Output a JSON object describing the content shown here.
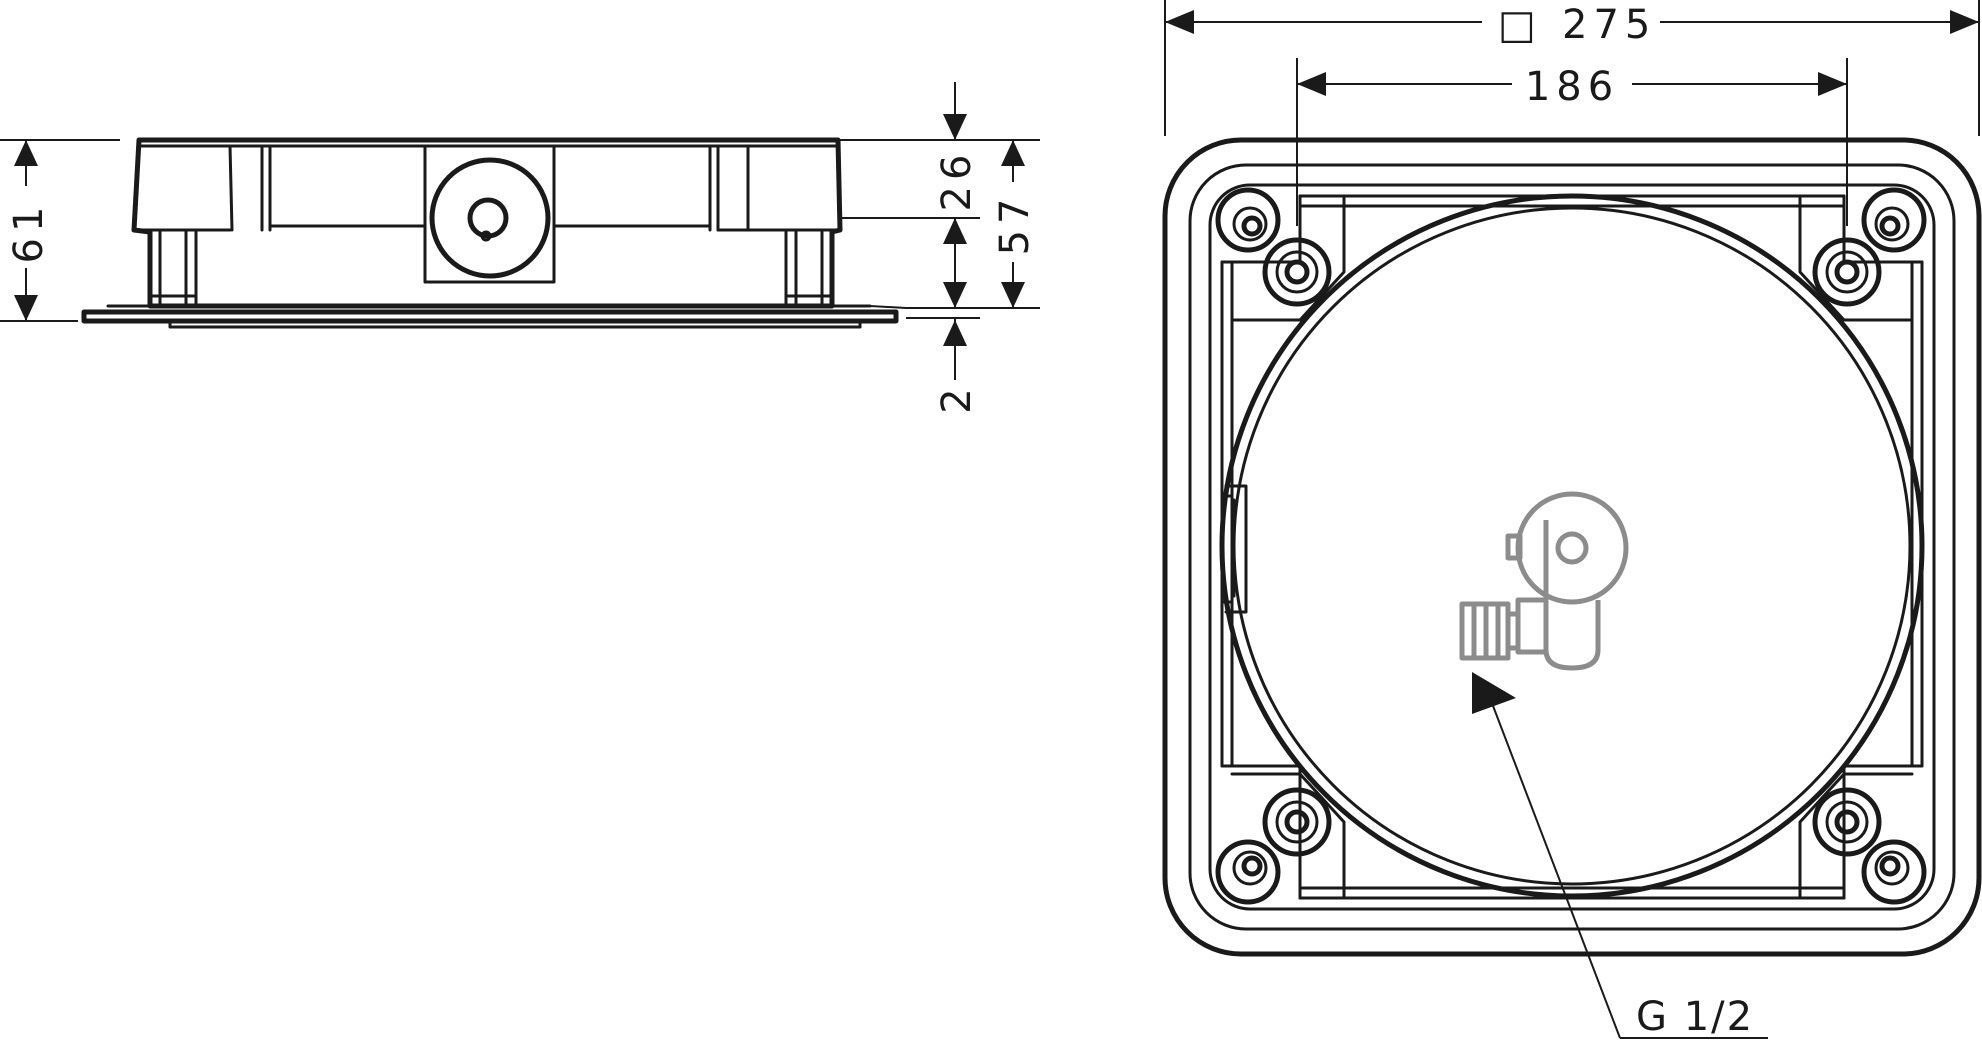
{
  "side_view": {
    "dim_overall_height": "61",
    "dim_upper_part": "26",
    "dim_lower_part": "57",
    "dim_flange": "2"
  },
  "top_view": {
    "dim_outer_symbol": "□",
    "dim_outer_value": "275",
    "dim_hole_spacing": "186",
    "connection_label": "G 1/2"
  }
}
